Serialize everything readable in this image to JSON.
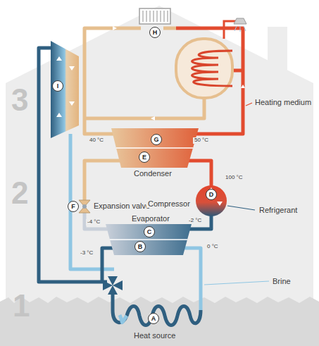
{
  "diagram": {
    "nodes": [
      {
        "text": [
          "H"
        ]
      },
      {
        "text": [
          "I"
        ]
      },
      {
        "text": [
          "G"
        ]
      },
      {
        "text": [
          "E"
        ]
      },
      {
        "text": [
          "D"
        ]
      },
      {
        "text": [
          "F"
        ]
      },
      {
        "text": [
          "C"
        ]
      },
      {
        "text": [
          "B"
        ]
      },
      {
        "text": [
          "A"
        ]
      }
    ],
    "labels": [
      "3",
      "Heating medium",
      "40 °C",
      "50 °C",
      "Condenser",
      "2",
      "100 °C",
      "Expansion valve",
      "Compressor",
      "Refrigerant",
      "-4 °C",
      "Evaporator",
      "-2 °C",
      "-3 °C",
      "0 °C",
      "Brine",
      "1",
      "Heat source"
    ]
  }
}
